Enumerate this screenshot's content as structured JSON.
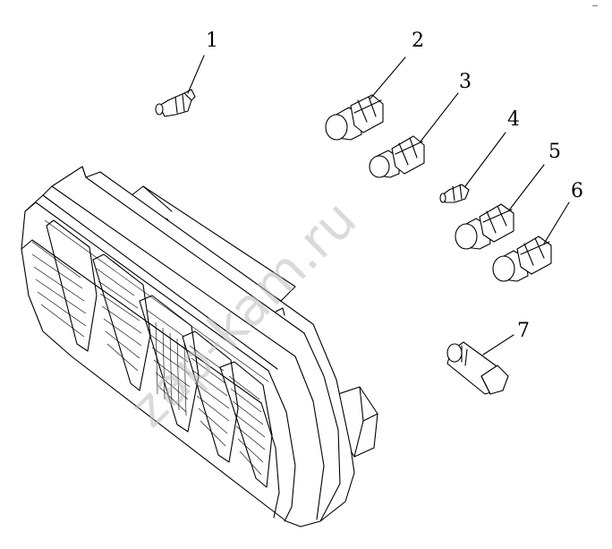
{
  "callouts": [
    {
      "label": "1"
    },
    {
      "label": "2"
    },
    {
      "label": "3"
    },
    {
      "label": "4"
    },
    {
      "label": "5"
    },
    {
      "label": "6"
    },
    {
      "label": "7"
    }
  ],
  "watermark": "zap-kam.ru",
  "corner_mark": "--"
}
